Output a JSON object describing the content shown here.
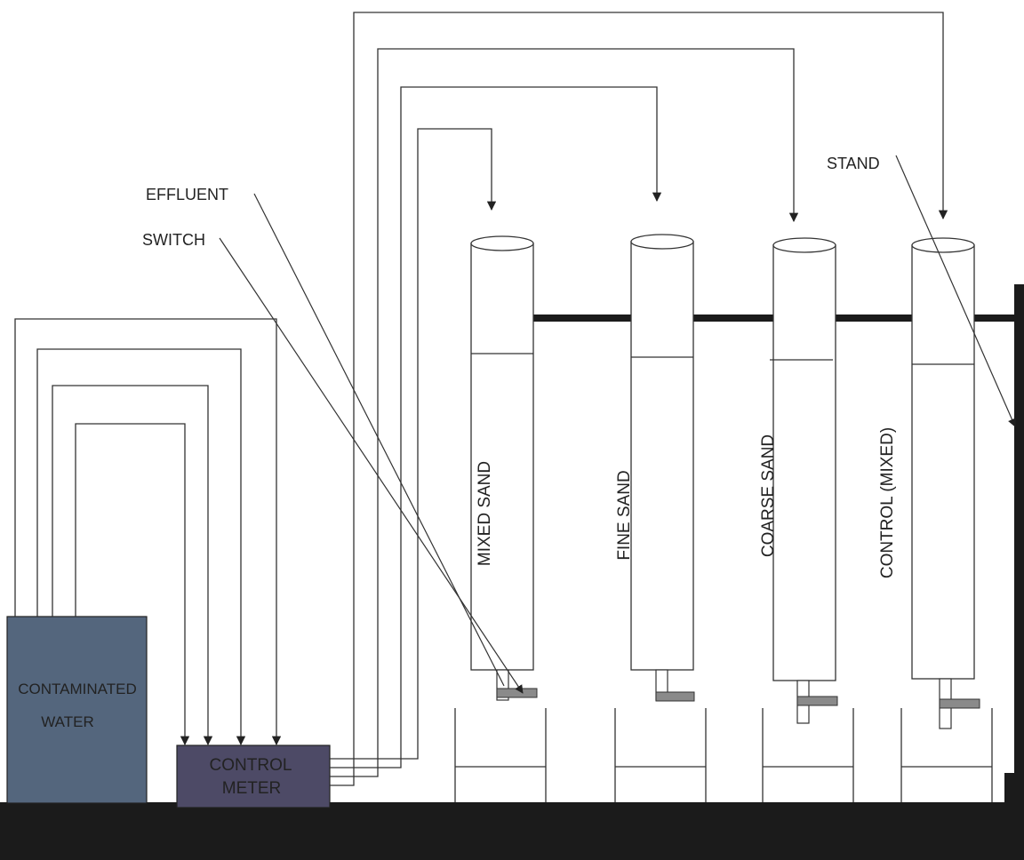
{
  "colors": {
    "tank": "#54667d",
    "meter": "#4d4a66",
    "ground": "#1b1b1b",
    "stand": "#1b1b1b",
    "valve": "#8a8a8a",
    "line": "#333333"
  },
  "tank": {
    "line1": "CONTAMINATED",
    "line2": "WATER"
  },
  "meter": {
    "line1": "CONTROL",
    "line2": "METER"
  },
  "labels": {
    "effluent": "EFFLUENT",
    "switch": "SWITCH",
    "stand": "STAND"
  },
  "columns": [
    {
      "label": "MIXED SAND"
    },
    {
      "label": "FINE SAND"
    },
    {
      "label": "COARSE SAND"
    },
    {
      "label": "CONTROL (MIXED)"
    }
  ]
}
